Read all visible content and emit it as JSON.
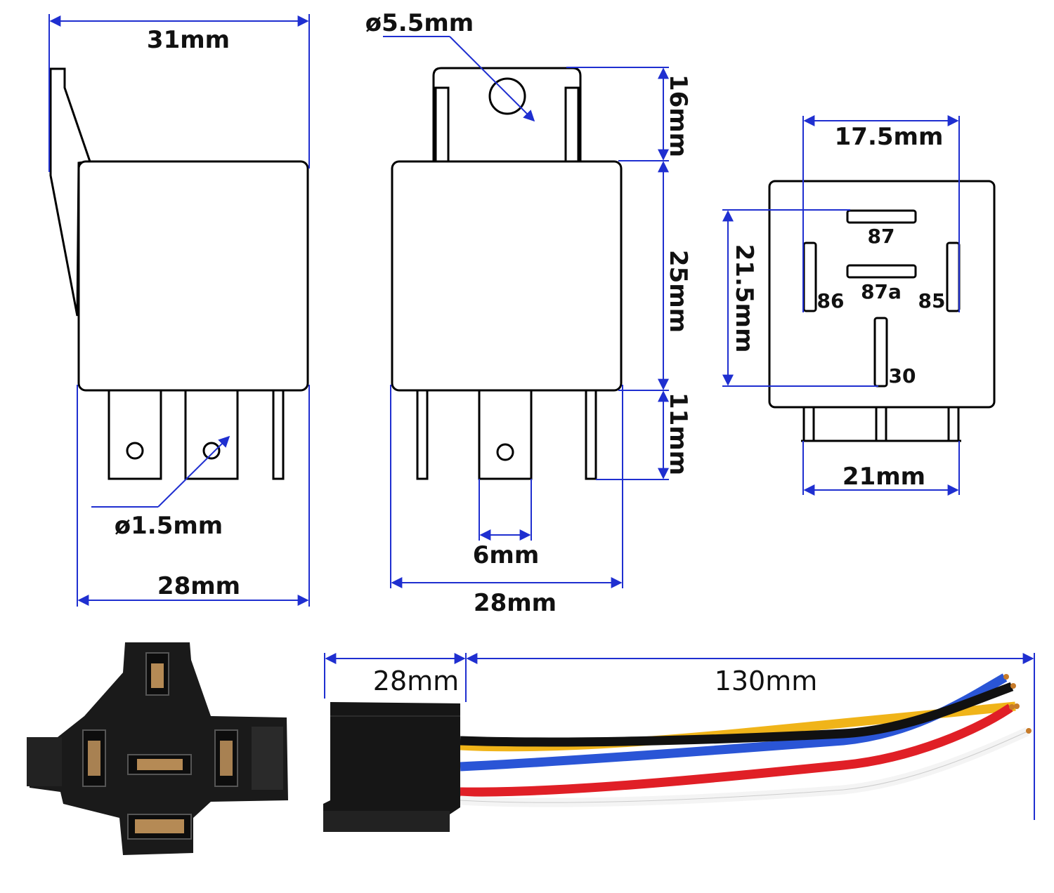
{
  "diagram": {
    "side_view": {
      "top_width": "31mm",
      "bottom_width": "28mm",
      "hole_diameter": "ø1.5mm"
    },
    "front_view": {
      "hole_diameter": "ø5.5mm",
      "bracket_height": "16mm",
      "body_height": "25mm",
      "pin_length": "11mm",
      "pin_width": "6mm",
      "body_width": "28mm"
    },
    "bottom_view": {
      "pin_spacing_top": "17.5mm",
      "height": "21.5mm",
      "width": "21mm",
      "pins": {
        "p87": "87",
        "p87a": "87a",
        "p86": "86",
        "p85": "85",
        "p30": "30"
      }
    },
    "harness": {
      "socket_width": "28mm",
      "wire_length": "130mm",
      "wire_colors": [
        "#2a55d6",
        "#111111",
        "#f0b419",
        "#e01f26",
        "#f4f4f4"
      ]
    },
    "dimension_line_color": "#1f2fd0"
  }
}
